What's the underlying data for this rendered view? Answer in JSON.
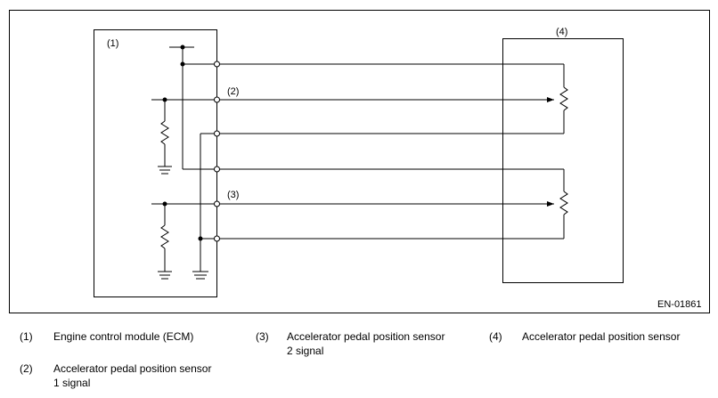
{
  "diagram": {
    "box_labels": {
      "ecm": "(1)",
      "sensor": "(4)"
    },
    "line_labels": {
      "signal_1": "(2)",
      "signal_2": "(3)"
    },
    "code": "EN-01861"
  },
  "legend": [
    {
      "num": "(1)",
      "text": "Engine control module (ECM)"
    },
    {
      "num": "(2)",
      "text_line1": "Accelerator pedal position sensor",
      "text_line2": "1 signal"
    },
    {
      "num": "(3)",
      "text_line1": "Accelerator pedal position sensor",
      "text_line2": "2 signal"
    },
    {
      "num": "(4)",
      "text": "Accelerator pedal position sensor"
    }
  ]
}
